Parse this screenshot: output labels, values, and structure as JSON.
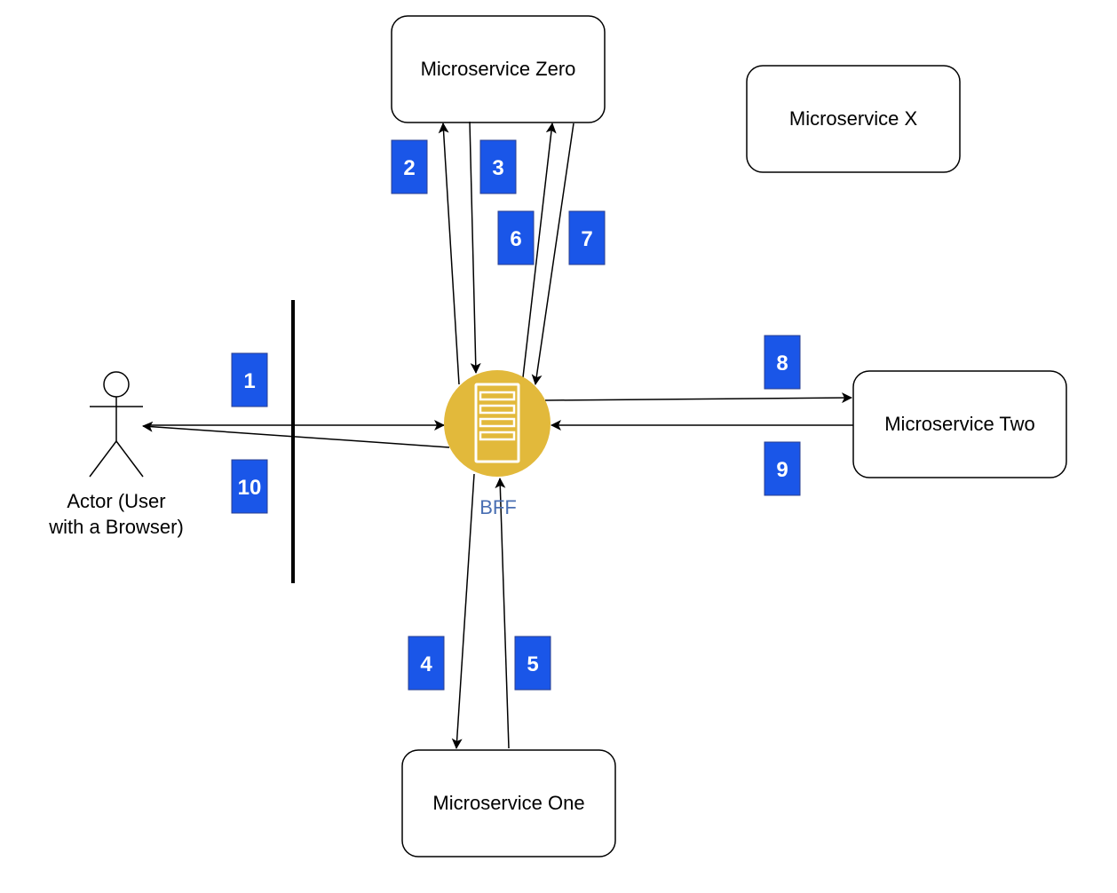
{
  "services": {
    "zero": "Microservice Zero",
    "x": "Microservice X",
    "two": "Microservice Two",
    "one": "Microservice One"
  },
  "actor": {
    "line1": "Actor (User",
    "line2": "with a Browser)"
  },
  "bff": {
    "label": "BFF",
    "icon": "server-icon",
    "circle_color": "#e2b93b",
    "label_color": "#4a6fb3"
  },
  "steps": [
    "1",
    "2",
    "3",
    "4",
    "5",
    "6",
    "7",
    "8",
    "9",
    "10"
  ],
  "colors": {
    "badge": "#1a56e8",
    "badge_text": "#ffffff"
  }
}
